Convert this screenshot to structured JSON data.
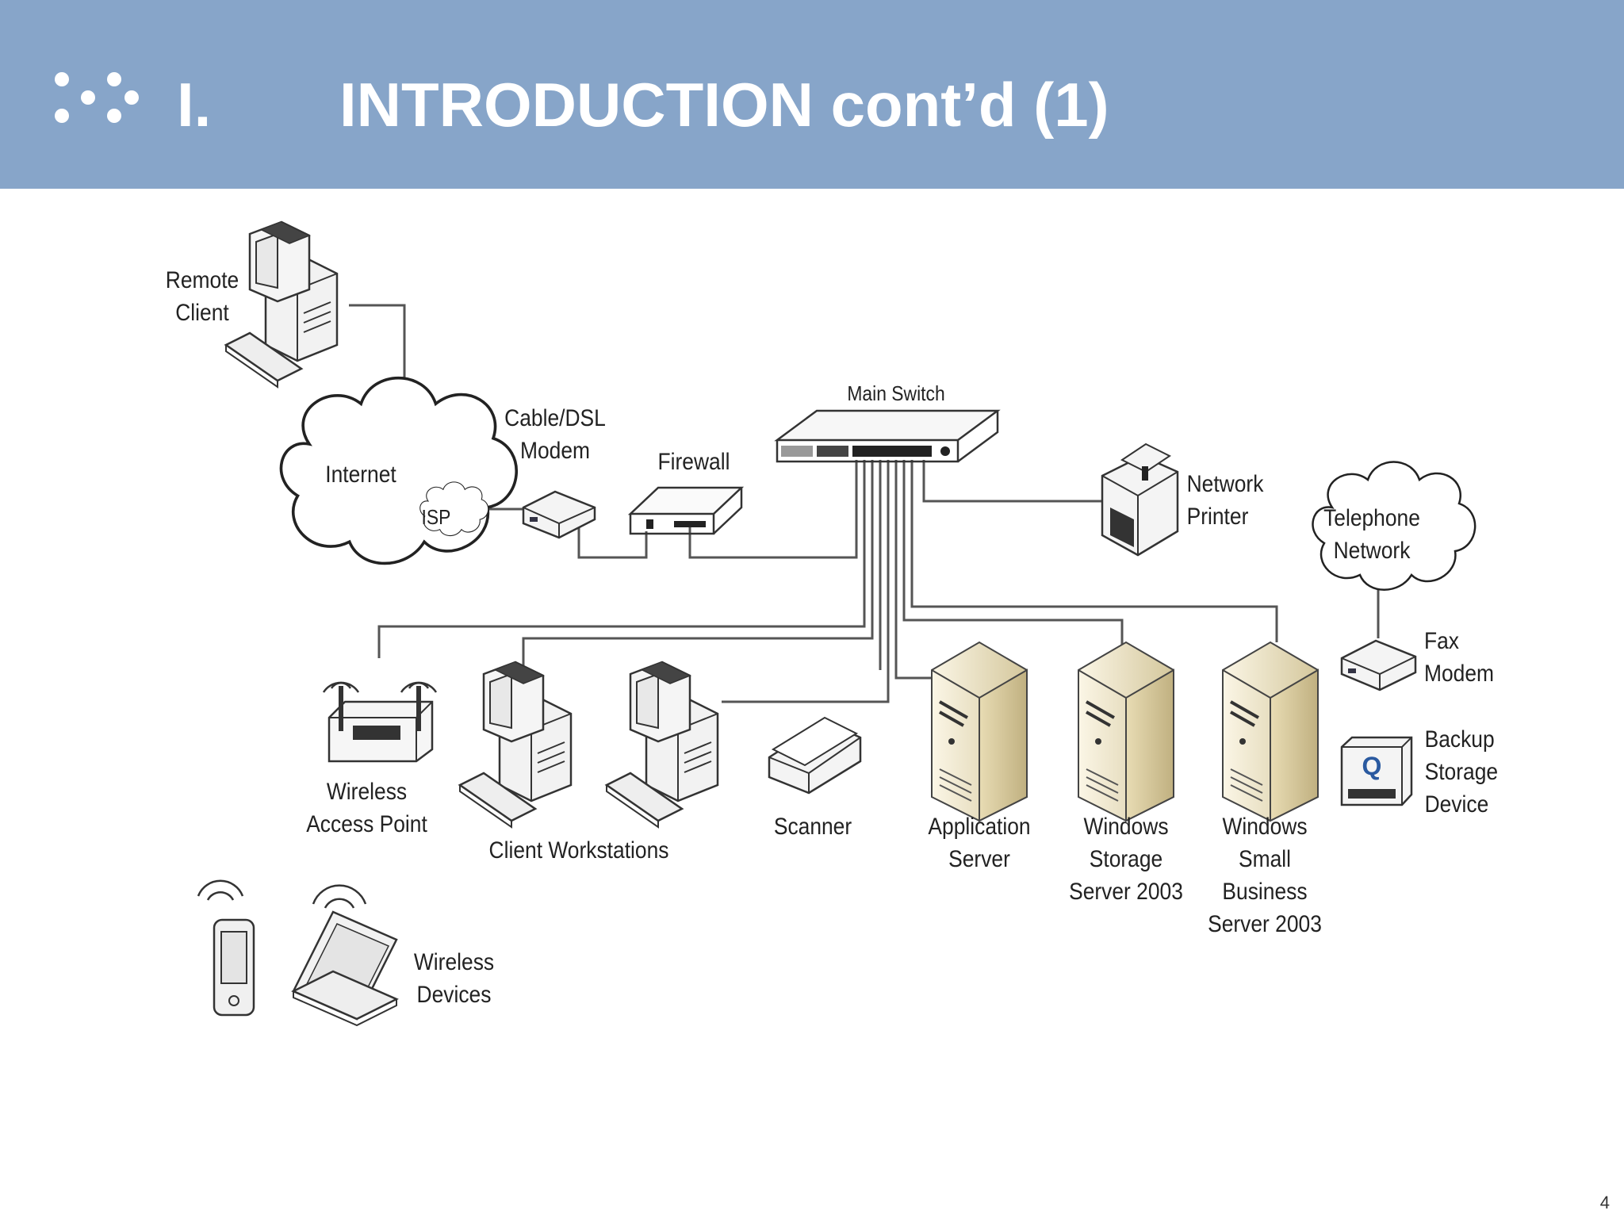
{
  "slide": {
    "section_number": "I.",
    "title": "INTRODUCTION cont’d (1)",
    "page_number": "4",
    "header_color": "#87a5c9"
  },
  "labels": {
    "remote_client": "Remote\nClient",
    "internet": "Internet",
    "isp": "ISP",
    "cable_dsl_modem": "Cable/DSL\nModem",
    "firewall": "Firewall",
    "main_switch": "Main Switch",
    "network_printer": "Network\nPrinter",
    "telephone_network": "Telephone\nNetwork",
    "fax_modem": "Fax\nModem",
    "backup_storage": "Backup\nStorage\nDevice",
    "wireless_access_point": "Wireless\nAccess Point",
    "client_workstations": "Client Workstations",
    "scanner": "Scanner",
    "application_server": "Application\nServer",
    "windows_storage_server": "Windows\nStorage\nServer 2003",
    "windows_sbs": "Windows Small\nBusiness\nServer 2003",
    "wireless_devices": "Wireless\nDevices"
  },
  "icons": [
    "remote-client-computer-icon",
    "internet-cloud-icon",
    "cable-modem-icon",
    "firewall-icon",
    "main-switch-icon",
    "network-printer-icon",
    "telephone-cloud-icon",
    "fax-modem-icon",
    "backup-storage-icon",
    "wireless-access-point-icon",
    "workstation-icon",
    "scanner-icon",
    "server-icon",
    "pda-icon",
    "laptop-icon"
  ]
}
